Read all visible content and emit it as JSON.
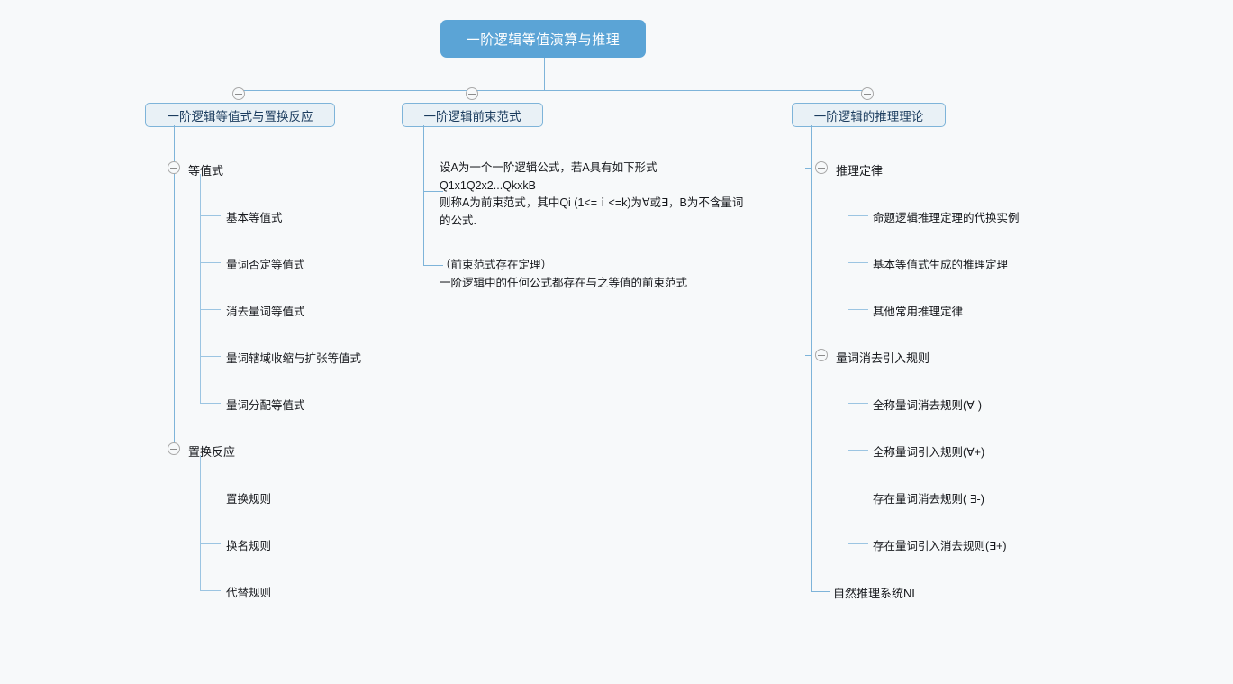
{
  "theme": {
    "background": "#f7f9fa",
    "root_fill": "#5ba4d6",
    "root_text": "#ffffff",
    "node_fill": "#e9f1f6",
    "node_border": "#7eb4d9",
    "line": "#7eb4d9",
    "text": "#16181c",
    "toggle_border": "#a9a9a9"
  },
  "mindmap": {
    "root": {
      "label": "一阶逻辑等值演算与推理"
    },
    "branches": [
      {
        "label": "一阶逻辑等值式与置换反应",
        "toggle": "collapse-minus-icon",
        "children": [
          {
            "label": "等值式",
            "toggle": "collapse-minus-icon",
            "children": [
              {
                "label": "基本等值式"
              },
              {
                "label": "量词否定等值式"
              },
              {
                "label": "消去量词等值式"
              },
              {
                "label": "量词辖域收缩与扩张等值式"
              },
              {
                "label": "量词分配等值式"
              }
            ]
          },
          {
            "label": "置换反应",
            "toggle": "collapse-minus-icon",
            "children": [
              {
                "label": "置换规则"
              },
              {
                "label": "换名规则"
              },
              {
                "label": "代替规则"
              }
            ]
          }
        ]
      },
      {
        "label": "一阶逻辑前束范式",
        "toggle": "collapse-minus-icon",
        "children": [
          {
            "label": "设A为一个一阶逻辑公式，若A具有如下形式\nQ1x1Q2x2...QkxkB\n则称A为前束范式，其中Qi (1<=ｉ<=k)为∀或∃，B为不含量词\n的公式."
          },
          {
            "label": "（前束范式存在定理）\n一阶逻辑中的任何公式都存在与之等值的前束范式"
          }
        ]
      },
      {
        "label": "一阶逻辑的推理理论",
        "toggle": "collapse-minus-icon",
        "children": [
          {
            "label": "推理定律",
            "toggle": "collapse-minus-icon",
            "children": [
              {
                "label": "命题逻辑推理定理的代换实例"
              },
              {
                "label": "基本等值式生成的推理定理"
              },
              {
                "label": "其他常用推理定律"
              }
            ]
          },
          {
            "label": "量词消去引入规则",
            "toggle": "collapse-minus-icon",
            "children": [
              {
                "label": "全称量词消去规则(∀-)"
              },
              {
                "label": "全称量词引入规则(∀+)"
              },
              {
                "label": "存在量词消去规则( ∃-)"
              },
              {
                "label": "存在量词引入消去规则(∃+)"
              }
            ]
          },
          {
            "label": "自然推理系统NL"
          }
        ]
      }
    ]
  }
}
